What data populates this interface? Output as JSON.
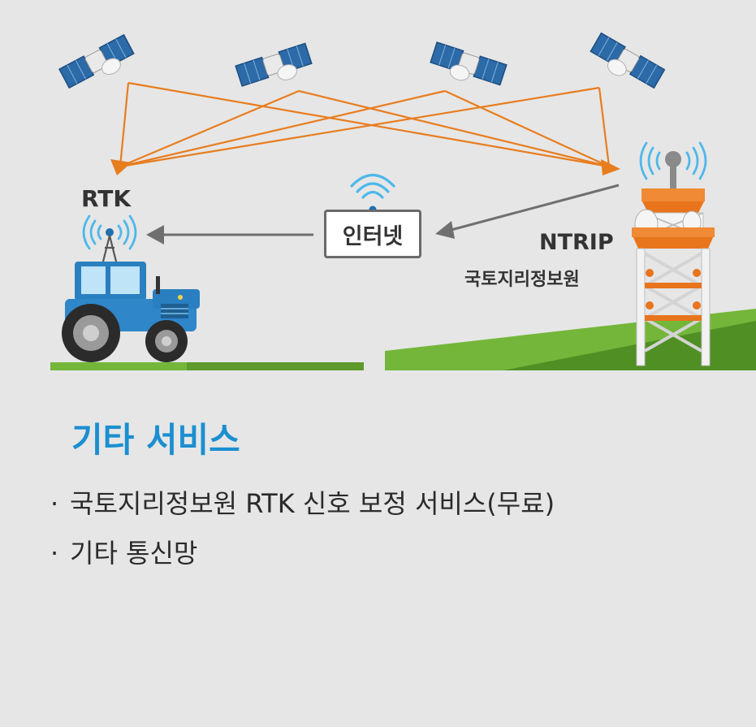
{
  "diagram": {
    "rtk_label": "RTK",
    "internet_label": "인터넷",
    "ntrip_label": "NTRIP",
    "ngii_label": "국토지리정보원"
  },
  "section": {
    "title": "기타 서비스",
    "bullets": [
      "국토지리정보원 RTK 신호 보정 서비스(무료)",
      "기타 통신망"
    ],
    "bullet_marker": "·"
  },
  "colors": {
    "background": "#e6e6e6",
    "signal_lines": "#e87d1e",
    "arrows": "#6f6f6f",
    "title": "#1a8fd1",
    "ground": "#74b63a",
    "tractor": "#2f86c9",
    "tower": "#e8741c",
    "wifi": "#4db8ea"
  },
  "icons": [
    "satellite-icon",
    "tractor-icon",
    "tower-icon",
    "wifi-icon",
    "antenna-icon"
  ]
}
